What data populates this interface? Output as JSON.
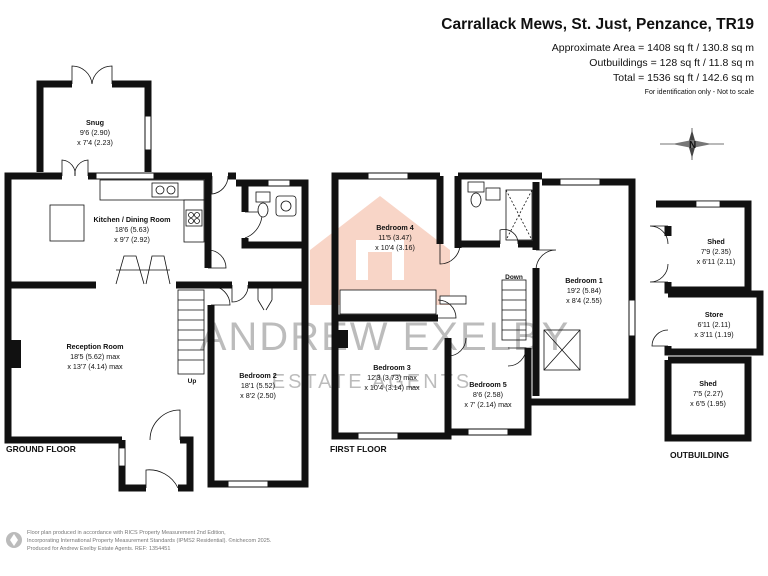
{
  "header": {
    "title": "Carrallack Mews, St. Just, Penzance, TR19",
    "approx_area": "Approximate Area = 1408 sq ft / 130.8 sq m",
    "outbuildings": "Outbuildings = 128 sq ft / 11.8 sq m",
    "total": "Total = 1536 sq ft / 142.6 sq m",
    "note": "For identification only - Not to scale"
  },
  "compass": {
    "letter": "N"
  },
  "floors": {
    "ground": "GROUND FLOOR",
    "first": "FIRST FLOOR",
    "outbuilding": "OUTBUILDING"
  },
  "rooms": {
    "snug": {
      "name": "Snug",
      "dim1": "9'6 (2.90)",
      "dim2": "x 7'4 (2.23)"
    },
    "kitchen": {
      "name": "Kitchen / Dining Room",
      "dim1": "18'6 (5.63)",
      "dim2": "x 9'7 (2.92)"
    },
    "reception": {
      "name": "Reception Room",
      "dim1": "18'5 (5.62) max",
      "dim2": "x 13'7 (4.14) max"
    },
    "bedroom2": {
      "name": "Bedroom 2",
      "dim1": "18'1 (5.52)",
      "dim2": "x 8'2 (2.50)"
    },
    "bedroom4": {
      "name": "Bedroom 4",
      "dim1": "11'5 (3.47)",
      "dim2": "x 10'4 (3.16)"
    },
    "bedroom1": {
      "name": "Bedroom 1",
      "dim1": "19'2 (5.84)",
      "dim2": "x 8'4 (2.55)"
    },
    "bedroom3": {
      "name": "Bedroom 3",
      "dim1": "12'3 (3.73) max",
      "dim2": "x 10'4 (3.14) max"
    },
    "bedroom5": {
      "name": "Bedroom 5",
      "dim1": "8'6 (2.58)",
      "dim2": "x 7' (2.14) max"
    },
    "shed1": {
      "name": "Shed",
      "dim1": "7'9 (2.35)",
      "dim2": "x 6'11 (2.11)"
    },
    "store": {
      "name": "Store",
      "dim1": "6'11 (2.11)",
      "dim2": "x 3'11 (1.19)"
    },
    "shed2": {
      "name": "Shed",
      "dim1": "7'5 (2.27)",
      "dim2": "x 6'5 (1.95)"
    }
  },
  "stairs": {
    "up": "Up",
    "down": "Down"
  },
  "watermark": {
    "line1": "ANDREW EXELBY",
    "line2": "ESTATE AGENTS"
  },
  "footer": {
    "line1": "Floor plan produced in accordance with RICS Property Measurement 2nd Edition,",
    "line2": "Incorporating International Property Measurement Standards (IPMS2 Residential). ©nichecom 2025.",
    "line3": "Produced for Andrew Exelby Estate Agents.   REF: 1354451"
  },
  "colors": {
    "wall": "#111111",
    "watermark": "#f1a58c",
    "text": "#111111"
  }
}
